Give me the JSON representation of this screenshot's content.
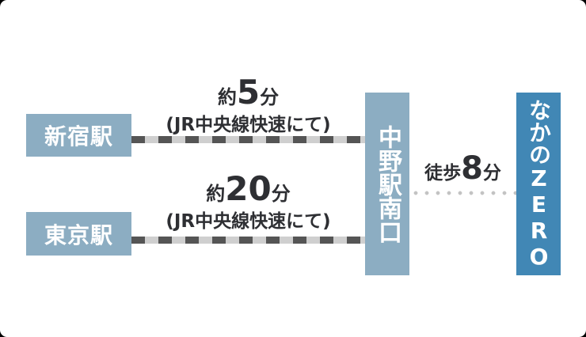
{
  "colors": {
    "canvas_bg": "#ffffff",
    "page_bg": "#000000",
    "origin_box": "#8CADC2",
    "interchange_box": "#8CADC2",
    "destination_box": "#4187B5",
    "text_dark": "#2e2f33",
    "dash_dark": "#555555",
    "dash_light": "#cfcfcf",
    "dot": "#c3c3c3",
    "box_text": "#ffffff"
  },
  "routes": [
    {
      "origin": "新宿駅",
      "time_prefix": "約",
      "time_value": "5",
      "time_unit": "分",
      "via": "(JR中央線快速にて)"
    },
    {
      "origin": "東京駅",
      "time_prefix": "約",
      "time_value": "20",
      "time_unit": "分",
      "via": "(JR中央線快速にて)"
    }
  ],
  "interchange": {
    "name": "中野駅南口"
  },
  "walk": {
    "prefix": "徒歩",
    "value": "8",
    "unit": "分"
  },
  "destination": {
    "name": "なかのZERO"
  }
}
